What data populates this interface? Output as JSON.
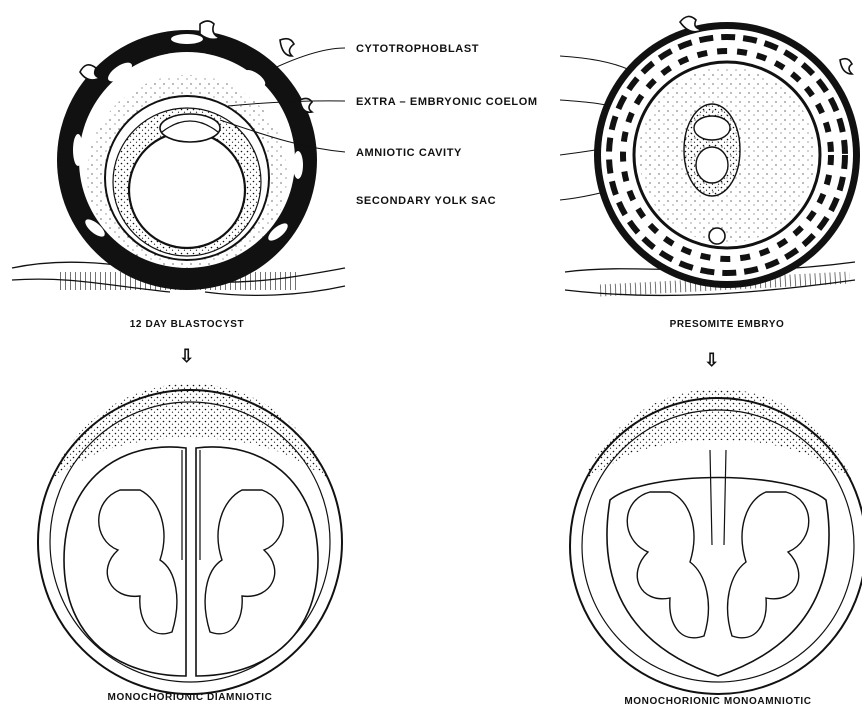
{
  "labels": {
    "cytotrophoblast": "CYTOTROPHOBLAST",
    "extra_embryonic_coelom": "EXTRA – EMBRYONIC COELOM",
    "amniotic_cavity": "AMNIOTIC CAVITY",
    "secondary_yolk_sac": "SECONDARY YOLK SAC"
  },
  "captions": {
    "top_left": "12 DAY BLASTOCYST",
    "top_right": "PRESOMITE EMBRYO",
    "bottom_left": "MONOCHORIONIC DIAMNIOTIC",
    "bottom_right": "MONOCHORIONIC MONOAMNIOTIC"
  },
  "arrows": {
    "glyph": "⇩"
  },
  "colors": {
    "ink": "#111111",
    "paper": "#ffffff"
  }
}
